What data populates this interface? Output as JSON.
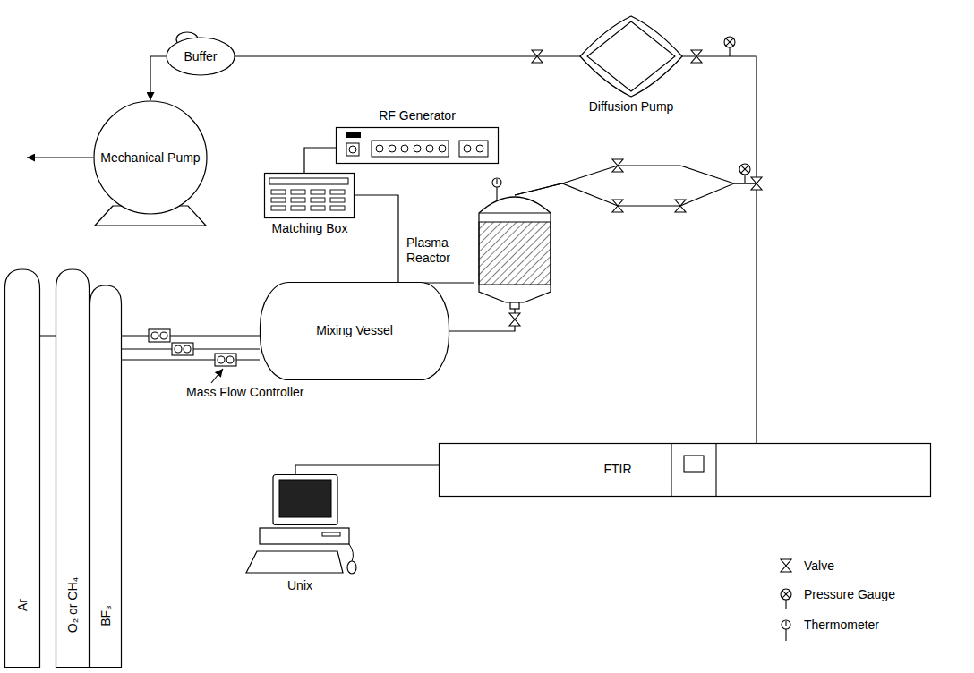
{
  "diagram": {
    "nodes": [
      {
        "text": [
          "Buffer"
        ]
      },
      {
        "text": [
          "Diffusion Pump"
        ]
      },
      {
        "text": [
          "Mechanical Pump"
        ]
      },
      {
        "text": [
          "RF Generator"
        ]
      },
      {
        "text": [
          "Matching Box"
        ]
      },
      {
        "text": [
          "Plasma Reactor"
        ]
      },
      {
        "text": [
          "Mixing Vessel"
        ]
      },
      {
        "text": [
          "Ar"
        ]
      },
      {
        "text": [
          "O₂ or CH₄"
        ]
      },
      {
        "text": [
          "BF₃"
        ]
      },
      {
        "text": [
          "FTIR"
        ]
      },
      {
        "text": [
          "Unix"
        ]
      }
    ],
    "edges": [
      {
        "from": 0,
        "to": 2,
        "arrow": "to"
      },
      {
        "from": 0,
        "to": 1,
        "arrow": "none"
      },
      {
        "from": 1,
        "to": 5,
        "arrow": "none"
      },
      {
        "from": 5,
        "to": 10,
        "arrow": "none"
      },
      {
        "from": 3,
        "to": 4,
        "arrow": "none"
      },
      {
        "from": 4,
        "to": 5,
        "arrow": "none"
      },
      {
        "from": 6,
        "to": 5,
        "arrow": "none"
      },
      {
        "from": 7,
        "to": 6,
        "arrow": "none"
      },
      {
        "from": 8,
        "to": 6,
        "arrow": "none"
      },
      {
        "from": 9,
        "to": 6,
        "arrow": "none"
      },
      {
        "from": 11,
        "to": 10,
        "arrow": "none"
      }
    ],
    "labels": [
      "Mass Flow Controller"
    ],
    "legend": [
      {
        "text": "Valve"
      },
      {
        "text": "Pressure Gauge"
      },
      {
        "text": "Thermometer"
      }
    ]
  }
}
